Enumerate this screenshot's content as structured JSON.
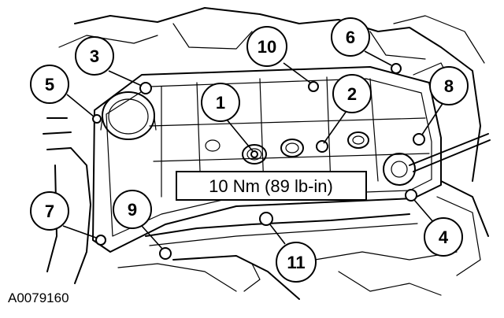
{
  "figure_id": "A0079160",
  "torque_spec": "10 Nm (89 lb-in)",
  "callouts": [
    {
      "label": "1"
    },
    {
      "label": "2"
    },
    {
      "label": "3"
    },
    {
      "label": "4"
    },
    {
      "label": "5"
    },
    {
      "label": "6"
    },
    {
      "label": "7"
    },
    {
      "label": "8"
    },
    {
      "label": "9"
    },
    {
      "label": "10"
    },
    {
      "label": "11"
    }
  ]
}
